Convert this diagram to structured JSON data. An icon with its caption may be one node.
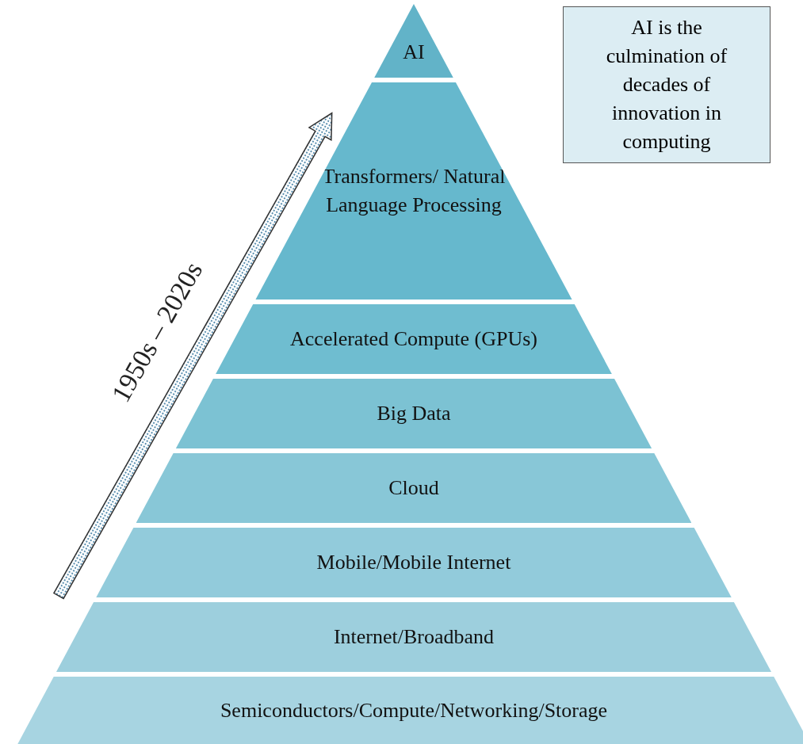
{
  "diagram": {
    "nodes": [
      {
        "text": [
          "AI"
        ]
      },
      {
        "text": [
          "Transformers/ Natural Language Processing"
        ]
      },
      {
        "text": [
          "Accelerated Compute (GPUs)"
        ]
      },
      {
        "text": [
          "Big Data"
        ]
      },
      {
        "text": [
          "Cloud"
        ]
      },
      {
        "text": [
          "Mobile/Mobile Internet"
        ]
      },
      {
        "text": [
          "Internet/Broadband"
        ]
      },
      {
        "text": [
          "Semiconductors/Compute/Networking/Storage"
        ]
      },
      {
        "text": [
          "AI is the culmination of decades of innovation in computing"
        ]
      }
    ],
    "edges": [],
    "labels": [
      "1950s – 2020s"
    ]
  }
}
